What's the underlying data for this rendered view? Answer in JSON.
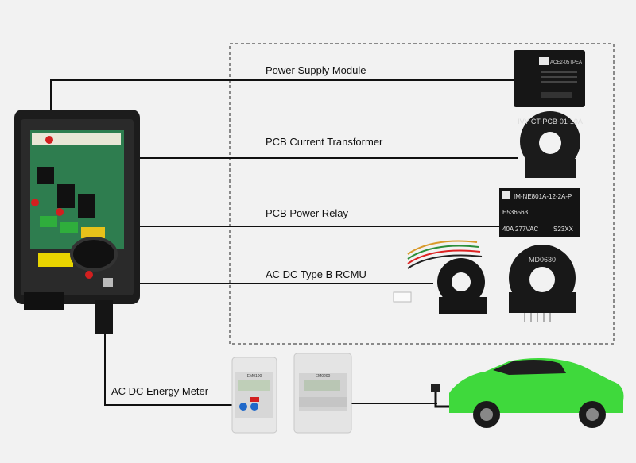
{
  "labels": {
    "power_supply": "Power Supply Module",
    "current_transformer": "PCB Current Transformer",
    "power_relay": "PCB Power Relay",
    "rcmu": "AC DC Type B RCMU",
    "energy_meter": "AC DC Energy Meter"
  },
  "products": {
    "psu_part": "ACE2-05TPEA",
    "ct_text": "IVY-CT-PCB-01-10A",
    "relay_part": "IM-NE801A-12-2A-P",
    "relay_code": "E536563",
    "relay_rating": "40A 277VAC",
    "relay_batch": "S23XX",
    "rcmu_text": "MD0630",
    "meter_left_model": "EM0100",
    "meter_right_model": "EM0200"
  },
  "colors": {
    "line": "#111111",
    "car": "#3fd93c",
    "enclosure": "#1c1c1c",
    "pcb": "#2e7d4f",
    "background": "#f2f2f2"
  }
}
